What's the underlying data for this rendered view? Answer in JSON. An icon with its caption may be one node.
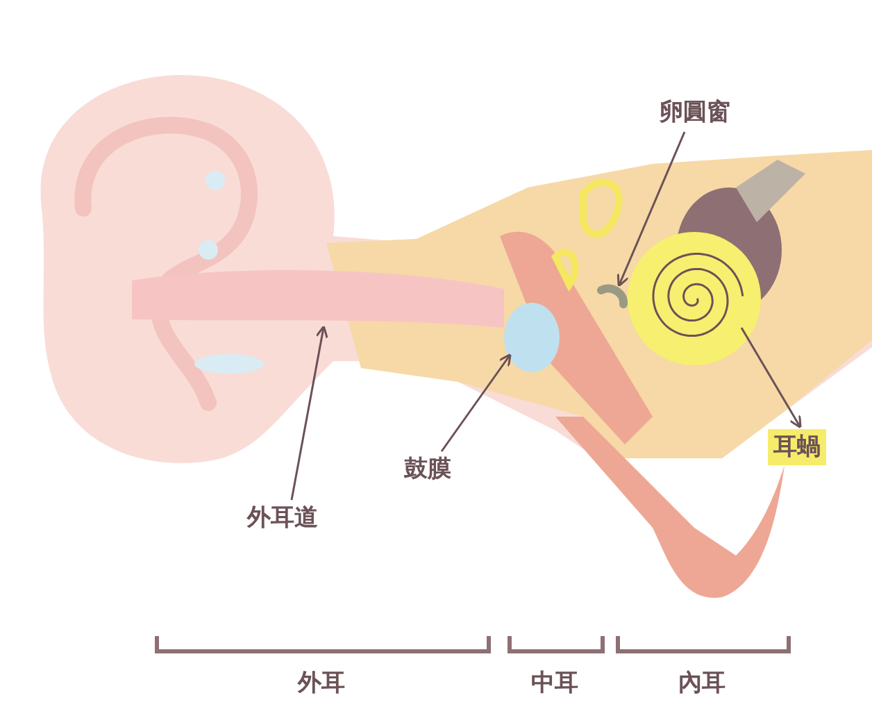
{
  "diagram": {
    "nodes": [
      {
        "text": [
          "外耳道"
        ]
      },
      {
        "text": [],
        "shape": "bar"
      },
      {
        "text": [
          "鼓膜"
        ]
      },
      {
        "text": [],
        "shape": "circle"
      },
      {
        "text": [
          "卵圓窗"
        ]
      },
      {
        "text": [],
        "shape": "picture"
      },
      {
        "text": [
          "耳蝸"
        ]
      },
      {
        "text": [],
        "shape": "picture"
      }
    ],
    "edges": [
      {
        "from": 0,
        "to": 1,
        "arrow": "to"
      },
      {
        "from": 2,
        "to": 3,
        "arrow": "to"
      },
      {
        "from": 4,
        "to": 5,
        "arrow": "to"
      },
      {
        "from": 7,
        "to": 6,
        "arrow": "to"
      }
    ],
    "labels": [
      "外耳",
      "中耳",
      "內耳"
    ]
  }
}
